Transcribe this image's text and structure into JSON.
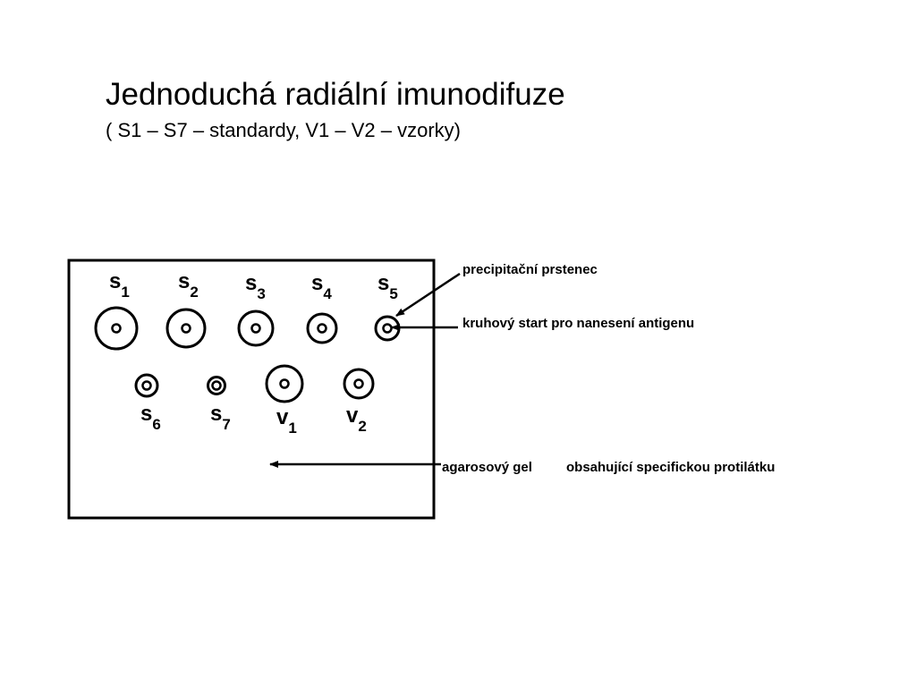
{
  "title": "Jednoduchá radiální imunodifuze",
  "subtitle": "( S1 – S7 – standardy, V1 – V2 – vzorky)",
  "wells": [
    {
      "letter": "s",
      "index": "1"
    },
    {
      "letter": "s",
      "index": "2"
    },
    {
      "letter": "s",
      "index": "3"
    },
    {
      "letter": "s",
      "index": "4"
    },
    {
      "letter": "s",
      "index": "5"
    },
    {
      "letter": "s",
      "index": "6"
    },
    {
      "letter": "s",
      "index": "7"
    },
    {
      "letter": "v",
      "index": "1"
    },
    {
      "letter": "v",
      "index": "2"
    }
  ],
  "annotations": {
    "ring": "precipitační prstenec",
    "start": "kruhový start pro nanesení antigenu",
    "gel_a": "agarosový gel",
    "gel_b": "obsahující specifickou protilátku"
  },
  "colors": {
    "ink": "#000000",
    "background": "#ffffff"
  }
}
